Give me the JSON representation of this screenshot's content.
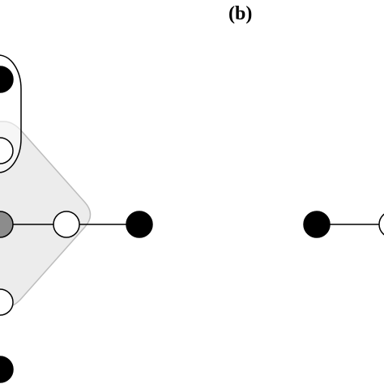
{
  "panel_b_label": "(b)",
  "colors": {
    "node_black": "#000000",
    "node_white": "#ffffff",
    "node_gray": "#8c8c8c",
    "edge": "#000000",
    "group_fill_light": "#ececec",
    "group_fill_white": "#ffffff",
    "group_outline": "#000000"
  },
  "panel_a": {
    "nodes": [
      {
        "id": "top-black",
        "style": "black"
      },
      {
        "id": "upper-white",
        "style": "white"
      },
      {
        "id": "center-gray",
        "style": "gray"
      },
      {
        "id": "right-white",
        "style": "white"
      },
      {
        "id": "far-right-black",
        "style": "black"
      },
      {
        "id": "lower-white",
        "style": "white"
      },
      {
        "id": "bottom-black",
        "style": "black"
      }
    ],
    "edges": [
      {
        "from": "center-gray",
        "to": "right-white"
      },
      {
        "from": "right-white",
        "to": "far-right-black"
      }
    ],
    "groups": [
      {
        "id": "top-oval-group",
        "members": [
          "top-black",
          "upper-white"
        ]
      },
      {
        "id": "shaded-diamond-group",
        "members": [
          "upper-white",
          "center-gray",
          "right-white",
          "lower-white"
        ]
      }
    ]
  },
  "panel_b": {
    "nodes": [
      {
        "id": "left-black",
        "style": "black"
      },
      {
        "id": "right-white-partial",
        "style": "white"
      }
    ],
    "edges": [
      {
        "from": "left-black",
        "to": "right-white-partial"
      }
    ]
  }
}
